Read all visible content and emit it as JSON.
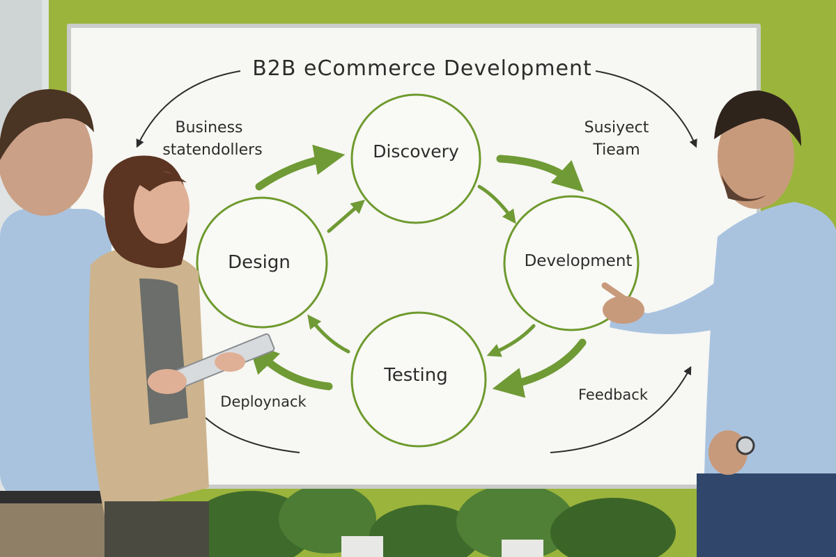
{
  "board": {
    "title": "B2B eCommerce Development",
    "stages": [
      {
        "label": "Discovery"
      },
      {
        "label": "Development"
      },
      {
        "label": "Testing"
      },
      {
        "label": "Design"
      }
    ],
    "corner_notes": {
      "top_left_line1": "Business",
      "top_left_line2": "statendollers",
      "top_right_line1": "Susiyect",
      "top_right_line2": "Tieam",
      "bottom_left": "Deploynack",
      "bottom_right": "Feedback"
    }
  },
  "colors": {
    "wall": "#9bb43c",
    "board": "#f7f7f3",
    "frame": "#c9ccc8",
    "circle_stroke": "#6e9a2e",
    "arrow_green": "#6f9a35",
    "ink": "#2c2c2c",
    "shirt_blue": "#a9c3df",
    "blazer": "#cdb48e",
    "jeans": "#30476b"
  }
}
